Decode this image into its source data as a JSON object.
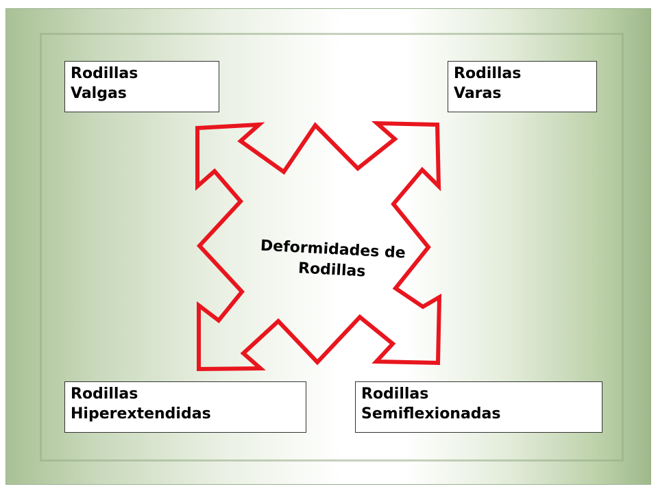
{
  "diagram": {
    "center_label": {
      "line1": "Deformidades de",
      "line2": "Rodillas"
    },
    "boxes": {
      "top_left": {
        "line1": "Rodillas",
        "line2": "Valgas"
      },
      "top_right": {
        "line1": "Rodillas",
        "line2": "Varas"
      },
      "bottom_left": {
        "line1": "Rodillas",
        "line2": "Hiperextendidas"
      },
      "bottom_right": {
        "line1": "Rodillas",
        "line2": "Semiflexionadas"
      }
    }
  },
  "colors": {
    "arrow_stroke": "#e8161e",
    "box_border": "#333333",
    "background_edge": "#a9c196"
  }
}
